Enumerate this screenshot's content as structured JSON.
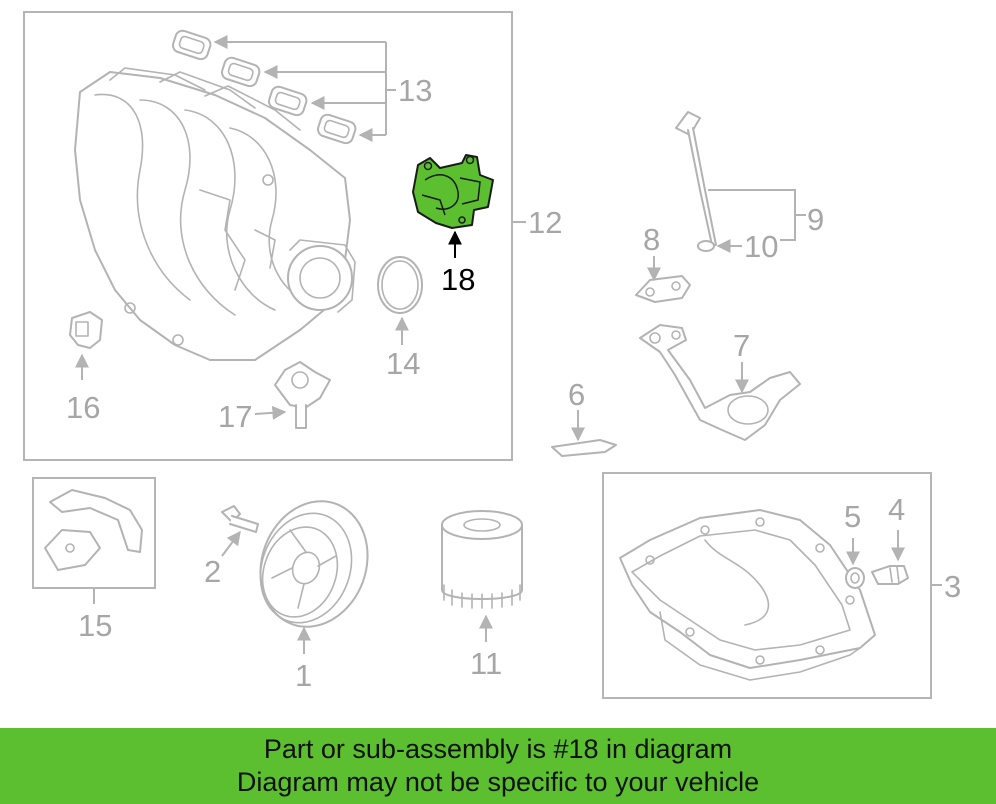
{
  "highlight_color": "#5bbf2f",
  "labels": {
    "p1": "1",
    "p2": "2",
    "p3": "3",
    "p4": "4",
    "p5": "5",
    "p6": "6",
    "p7": "7",
    "p8": "8",
    "p9": "9",
    "p10": "10",
    "p11": "11",
    "p12": "12",
    "p13": "13",
    "p14": "14",
    "p15": "15",
    "p16": "16",
    "p17": "17",
    "p18": "18"
  },
  "highlighted_part": "18",
  "banner": {
    "line1": "Part or sub-assembly is #18 in diagram",
    "line2": "Diagram may not be specific to your vehicle"
  }
}
